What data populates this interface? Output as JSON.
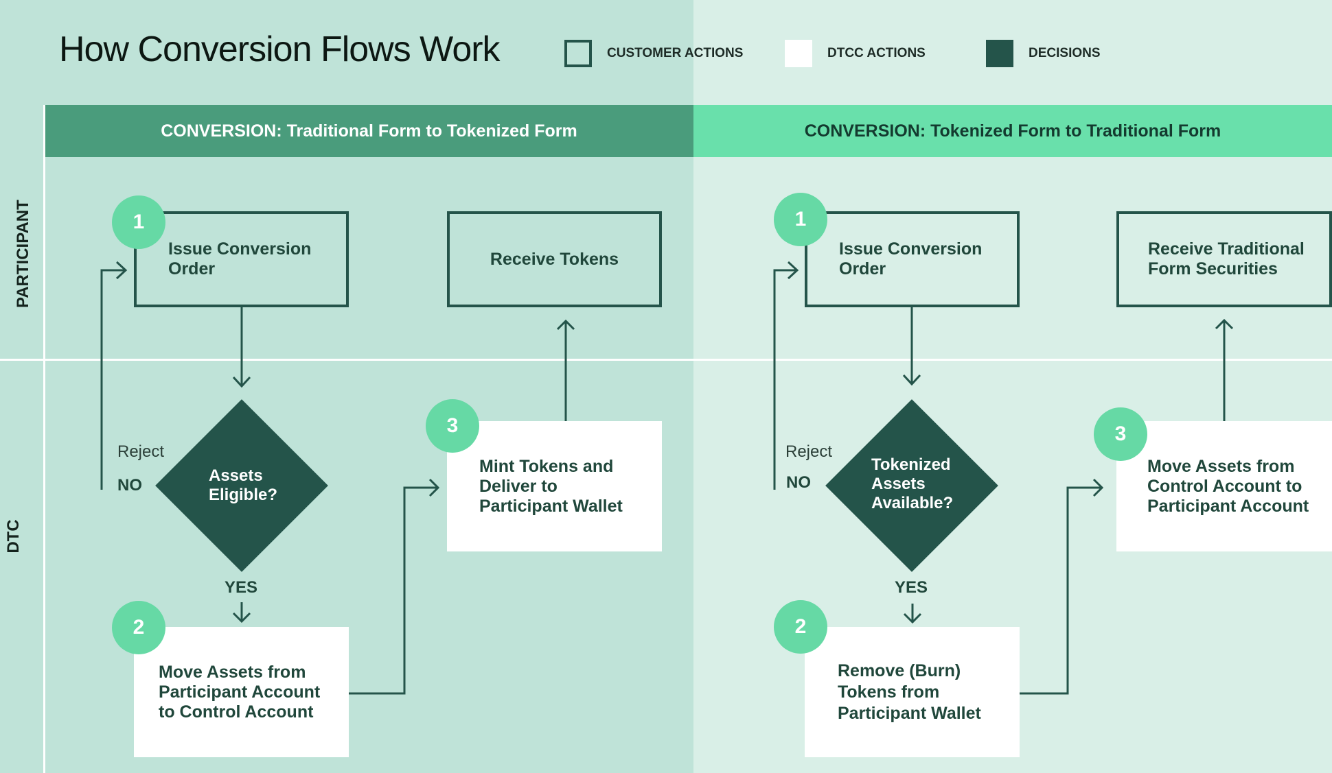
{
  "title": "How Conversion Flows Work",
  "legend": {
    "customer_actions": "CUSTOMER ACTIONS",
    "dtcc_actions": "DTCC ACTIONS",
    "decisions": "DECISIONS"
  },
  "lanes": {
    "participant": "PARTICIPANT",
    "dtc": "DTC"
  },
  "left_flow": {
    "header": "CONVERSION: Traditional Form to Tokenized Form",
    "step1_number": "1",
    "step1": [
      "Issue Conversion",
      "Order"
    ],
    "receive": "Receive Tokens",
    "decision": [
      "Assets",
      "Eligible?"
    ],
    "reject": "Reject",
    "no": "NO",
    "yes": "YES",
    "step2_number": "2",
    "step2": [
      "Move Assets from",
      "Participant Account",
      "to Control Account"
    ],
    "step3_number": "3",
    "step3": [
      "Mint Tokens and",
      "Deliver to",
      "Participant Wallet"
    ]
  },
  "right_flow": {
    "header": "CONVERSION: Tokenized Form to Traditional Form",
    "step1_number": "1",
    "step1": [
      "Issue Conversion",
      "Order"
    ],
    "receive": [
      "Receive Traditional",
      "Form Securities"
    ],
    "decision": [
      "Tokenized",
      "Assets",
      "Available?"
    ],
    "reject": "Reject",
    "no": "NO",
    "yes": "YES",
    "step2_number": "2",
    "step2": [
      "Remove (Burn)",
      "Tokens from",
      "Participant Wallet"
    ],
    "step3_number": "3",
    "step3": [
      "Move Assets from",
      "Control Account to",
      "Participant Account"
    ]
  },
  "colors": {
    "left_band": "#4a9c7c",
    "right_band": "#69e0ab",
    "decision": "#24544a",
    "number_badge": "#66d9a5"
  }
}
